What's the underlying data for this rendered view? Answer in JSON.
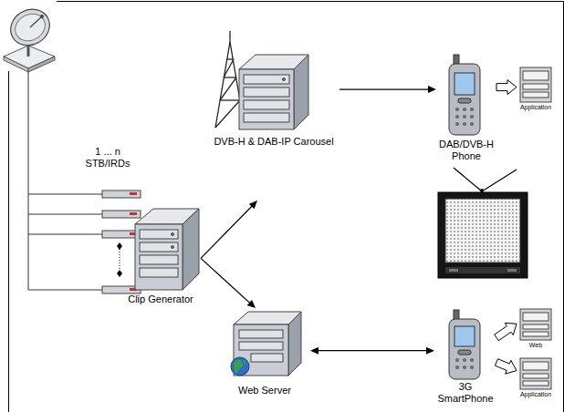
{
  "diagram": {
    "nodes": [
      {
        "text": [
          "1 ... n STB/IRDs"
        ]
      },
      {
        "text": [
          "Clip Generator"
        ]
      },
      {
        "text": [
          "DVB-H & DAB-IP Carousel"
        ]
      },
      {
        "text": [
          "Web Server"
        ]
      },
      {
        "text": [
          "DAB/DVB-H Phone"
        ]
      },
      {
        "text": [
          "Application"
        ]
      },
      {
        "text": [
          "3G SmartPhone"
        ]
      },
      {
        "text": [
          "Web"
        ]
      },
      {
        "text": [
          "Application"
        ]
      }
    ],
    "edges": [
      {
        "from": 1,
        "to": 2,
        "arrow": "to"
      },
      {
        "from": 1,
        "to": 3,
        "arrow": "to"
      },
      {
        "from": 2,
        "to": 4,
        "arrow": "to"
      },
      {
        "from": 4,
        "to": 5,
        "arrow": "to"
      },
      {
        "from": 3,
        "to": 6,
        "arrow": "both"
      },
      {
        "from": 6,
        "to": 7,
        "arrow": "to"
      },
      {
        "from": 6,
        "to": 8,
        "arrow": "to"
      }
    ]
  }
}
